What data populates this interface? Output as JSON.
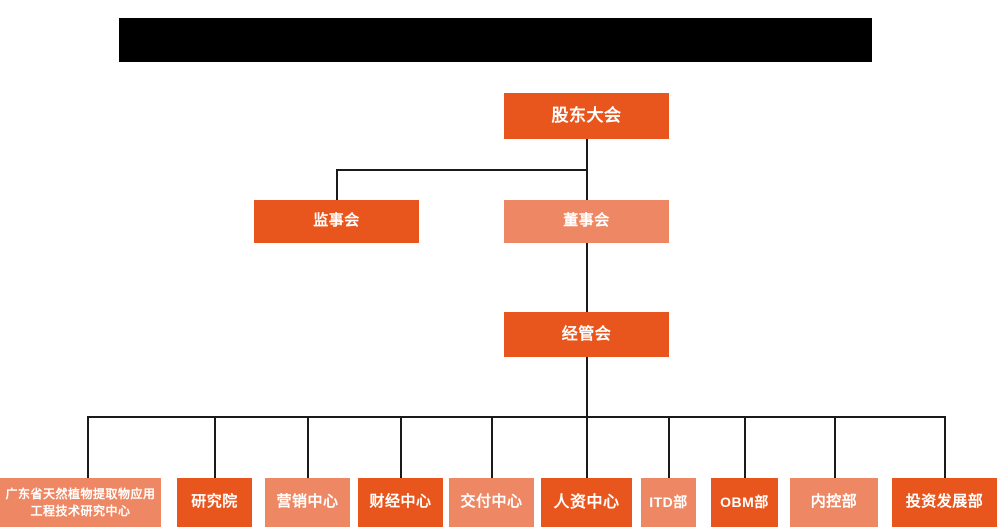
{
  "title_bar": {
    "redacted": true,
    "label": ""
  },
  "colors": {
    "background": "#ffffff",
    "node_dark": "#E8551D",
    "node_light": "#EE8763",
    "connector": "#1a1a1a",
    "node_text": "#ffffff",
    "redaction": "#000000"
  },
  "chart_title": "",
  "levels": [
    {
      "level": 1,
      "nodes": [
        {
          "id": "shareholders-meeting",
          "label": "股东大会",
          "tone": "dark"
        }
      ]
    },
    {
      "level": 2,
      "nodes": [
        {
          "id": "board-of-supervisors",
          "label": "监事会",
          "tone": "dark"
        },
        {
          "id": "board-of-directors",
          "label": "董事会",
          "tone": "light"
        }
      ]
    },
    {
      "level": 3,
      "nodes": [
        {
          "id": "management-committee",
          "label": "经管会",
          "tone": "dark"
        }
      ]
    },
    {
      "level": 4,
      "nodes": [
        {
          "id": "guangdong-research-center",
          "label": "广东省天然植物提取物应用工程技术研究中心",
          "tone": "light"
        },
        {
          "id": "research-institute",
          "label": "研究院",
          "tone": "dark"
        },
        {
          "id": "marketing-center",
          "label": "营销中心",
          "tone": "light"
        },
        {
          "id": "finance-center",
          "label": "财经中心",
          "tone": "dark"
        },
        {
          "id": "delivery-center",
          "label": "交付中心",
          "tone": "light"
        },
        {
          "id": "hr-center",
          "label": "人资中心",
          "tone": "dark"
        },
        {
          "id": "itd-department",
          "label": "ITD部",
          "tone": "light"
        },
        {
          "id": "obm-department",
          "label": "OBM部",
          "tone": "dark"
        },
        {
          "id": "internal-control-department",
          "label": "内控部",
          "tone": "light"
        },
        {
          "id": "investment-development-department",
          "label": "投资发展部",
          "tone": "dark"
        }
      ]
    }
  ],
  "nodes": {
    "shareholders_meeting": "股东大会",
    "board_of_supervisors": "监事会",
    "board_of_directors": "董事会",
    "management_committee": "经管会",
    "guangdong_research_center": "广东省天然植物提取物应用工程技术研究中心",
    "research_institute": "研究院",
    "marketing_center": "营销中心",
    "finance_center": "财经中心",
    "delivery_center": "交付中心",
    "hr_center": "人资中心",
    "itd_department": "ITD部",
    "obm_department": "OBM部",
    "internal_control_department": "内控部",
    "investment_development_department": "投资发展部"
  },
  "edges": [
    {
      "from": "shareholders-meeting",
      "to": "board-of-supervisors"
    },
    {
      "from": "shareholders-meeting",
      "to": "board-of-directors"
    },
    {
      "from": "board-of-directors",
      "to": "management-committee"
    },
    {
      "from": "management-committee",
      "to": "guangdong-research-center"
    },
    {
      "from": "management-committee",
      "to": "research-institute"
    },
    {
      "from": "management-committee",
      "to": "marketing-center"
    },
    {
      "from": "management-committee",
      "to": "finance-center"
    },
    {
      "from": "management-committee",
      "to": "delivery-center"
    },
    {
      "from": "management-committee",
      "to": "hr-center"
    },
    {
      "from": "management-committee",
      "to": "itd-department"
    },
    {
      "from": "management-committee",
      "to": "obm-department"
    },
    {
      "from": "management-committee",
      "to": "internal-control-department"
    },
    {
      "from": "management-committee",
      "to": "investment-development-department"
    }
  ]
}
